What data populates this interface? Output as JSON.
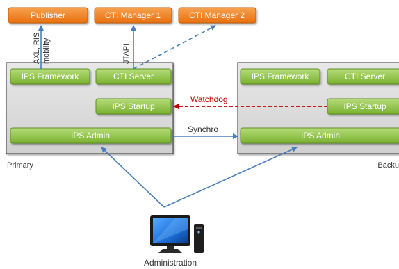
{
  "top_nodes": {
    "publisher": "Publisher",
    "cti_manager_1": "CTI Manager 1",
    "cti_manager_2": "CTI Manager 2"
  },
  "primary": {
    "label": "Primary",
    "ips_framework": "IPS Framework",
    "cti_server": "CTI Server",
    "ips_startup": "IPS Startup",
    "ips_admin": "IPS Admin"
  },
  "backup": {
    "label": "Backu",
    "ips_framework": "IPS Framework",
    "cti_server": "CTI Server",
    "ips_startup": "IPS Startup",
    "ips_admin": "IPS Admin"
  },
  "links": {
    "axl_ris": "AXL, RIS",
    "mobility": "mobility",
    "jtapi": "JTAPI",
    "watchdog": "Watchdog",
    "synchro": "Synchro"
  },
  "administration_label": "Administration",
  "colors": {
    "orange_box": "#f07d1c",
    "green_box": "#8ac441",
    "server_box": "#d9d9d9",
    "arrow_blue": "#4a7ebb",
    "watchdog_red": "#c00000"
  }
}
